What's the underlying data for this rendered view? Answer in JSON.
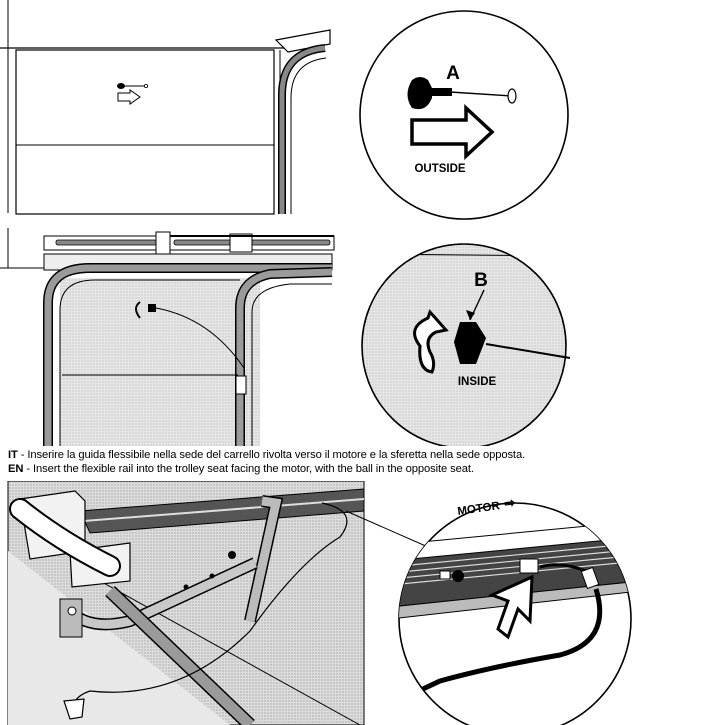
{
  "figure1": {
    "callout_label": "A",
    "callout_caption": "OUTSIDE"
  },
  "figure2": {
    "callout_label": "B",
    "callout_caption": "INSIDE"
  },
  "instructions": {
    "it_code": "IT",
    "it_text": " - Inserire la guida flessibile nella sede del carrello rivolta verso il motore e la sferetta nella sede opposta.",
    "en_code": "EN",
    "en_text": " - Insert the flexible rail into the trolley seat facing the motor, with the ball in the opposite seat."
  },
  "figure3": {
    "callout_label": "MOTOR",
    "callout_arrow_glyph": "⇨"
  }
}
